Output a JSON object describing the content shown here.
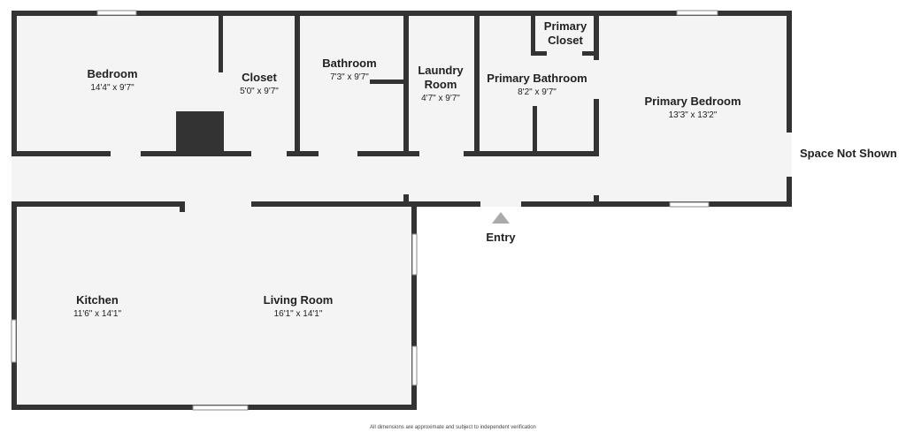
{
  "rooms": {
    "bedroom": {
      "name": "Bedroom",
      "dims": "14'4\" x 9'7\""
    },
    "closet": {
      "name": "Closet",
      "dims": "5'0\" x 9'7\""
    },
    "bathroom": {
      "name": "Bathroom",
      "dims": "7'3\" x 9'7\""
    },
    "laundry": {
      "name_line1": "Laundry",
      "name_line2": "Room",
      "dims": "4'7\" x 9'7\""
    },
    "primary_closet": {
      "name_line1": "Primary",
      "name_line2": "Closet"
    },
    "primary_bathroom": {
      "name": "Primary Bathroom",
      "dims": "8'2\" x 9'7\""
    },
    "primary_bedroom": {
      "name": "Primary Bedroom",
      "dims": "13'3\" x 13'2\""
    },
    "kitchen": {
      "name": "Kitchen",
      "dims": "11'6\" x 14'1\""
    },
    "living_room": {
      "name": "Living Room",
      "dims": "16'1\" x 14'1\""
    }
  },
  "labels": {
    "space_not_shown": "Space Not Shown",
    "entry": "Entry"
  },
  "disclaimer": "All dimensions are approximate and subject to independent verification",
  "colors": {
    "wall": "#333333",
    "floor": "#f4f4f4",
    "entry_marker": "#aaaaaa"
  }
}
